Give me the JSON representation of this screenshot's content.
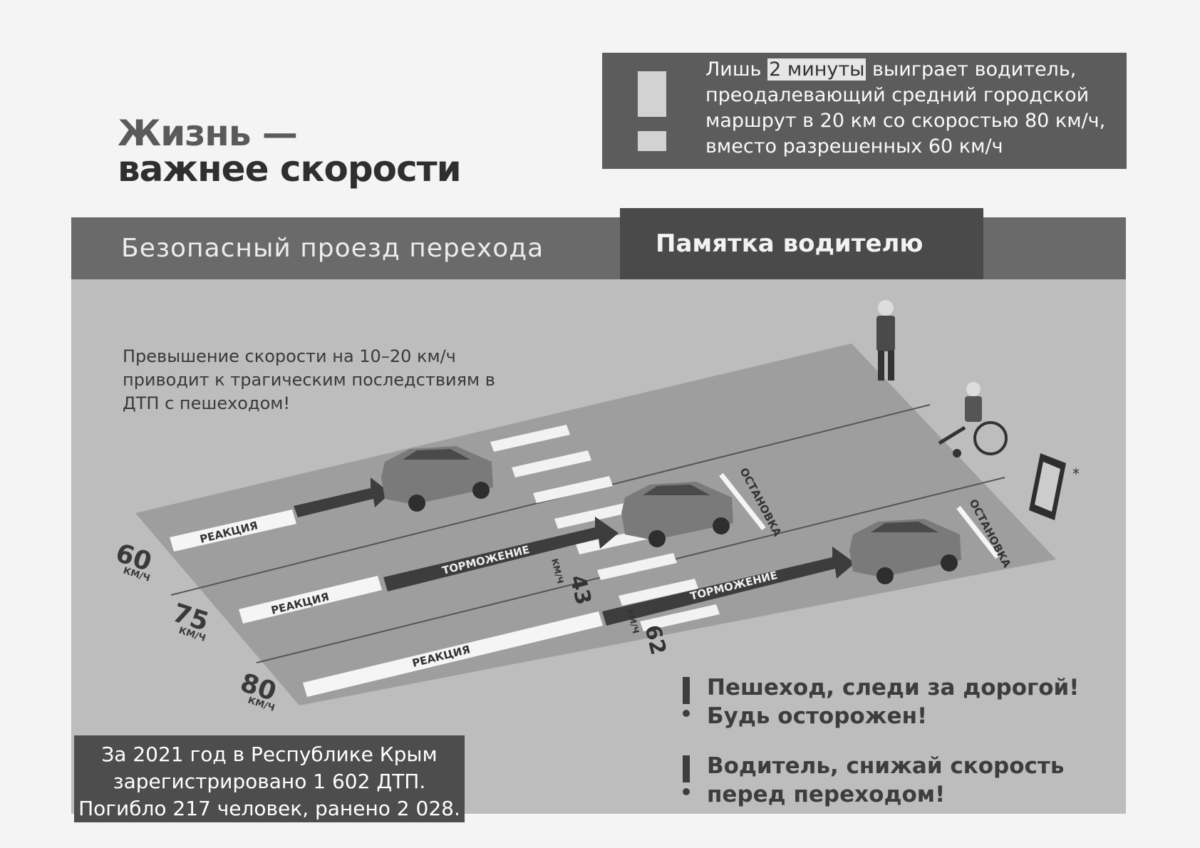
{
  "title": {
    "line1": "Жизнь —",
    "line2": "важнее скорости"
  },
  "info_box": {
    "prefix": "Лишь ",
    "highlight": "2 минуты",
    "text_after": " выиграет водитель, преодалевающий средний городской маршрут в 20 км со скоростью 80 км/ч, вместо разрешенных 60 км/ч"
  },
  "subtitle": "Безопасный проезд перехода",
  "memo_title": "Памятка водителю",
  "warning": "Превышение скорости на 10–20 км/ч приводит к трагическим последствиям в ДТП с пешеходом!",
  "diagram": {
    "reaction_label": "РЕАКЦИЯ",
    "braking_label": "ТОРМОЖЕНИЕ",
    "stop_label": "ОСТАНОВКА",
    "unit": "КМ/Ч",
    "lanes": [
      {
        "speed": "60"
      },
      {
        "speed": "75",
        "impact_speed": "43"
      },
      {
        "speed": "80",
        "impact_speed": "62"
      }
    ],
    "asterisk": "*"
  },
  "stats": {
    "line1": "За 2021 год в Республике  Крым",
    "line2": "зарегистрировано 1 602 ДТП.",
    "line3": "Погибло 217 человек, ранено 2 028."
  },
  "messages": [
    {
      "line1": "Пешеход, следи за дорогой!",
      "line2": "Будь осторожен!"
    },
    {
      "line1": "Водитель, снижай скорость",
      "line2": "перед переходом!"
    }
  ],
  "colors": {
    "dark_box": "#4d4d4d",
    "band": "#6a6a6a",
    "scene": "#bdbdbd"
  }
}
